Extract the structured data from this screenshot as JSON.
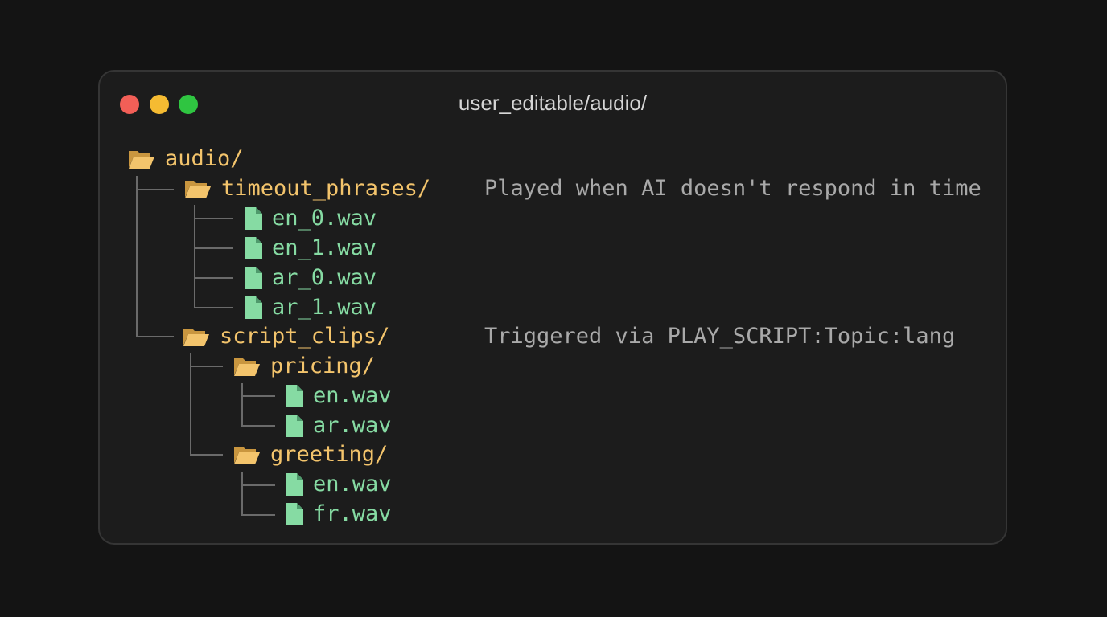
{
  "window": {
    "title": "user_editable/audio/",
    "traffic_lights": {
      "close": "#f25f57",
      "minimize": "#f5bb32",
      "zoom": "#2fc541"
    }
  },
  "colors": {
    "folder": "#f3c46c",
    "file": "#86dba3",
    "comment": "#a9a9a9",
    "tree_line": "#6a6a6a"
  },
  "tree": {
    "root": "audio/",
    "timeout_phrases": {
      "name": "timeout_phrases/",
      "comment": "Played when AI doesn't respond in time",
      "files": [
        "en_0.wav",
        "en_1.wav",
        "ar_0.wav",
        "ar_1.wav"
      ]
    },
    "script_clips": {
      "name": "script_clips/",
      "comment": "Triggered via PLAY_SCRIPT:Topic:lang",
      "pricing": {
        "name": "pricing/",
        "files": [
          "en.wav",
          "ar.wav"
        ]
      },
      "greeting": {
        "name": "greeting/",
        "files": [
          "en.wav",
          "fr.wav"
        ]
      }
    }
  },
  "icons": {
    "folder": "open-folder-icon",
    "file": "file-icon"
  }
}
